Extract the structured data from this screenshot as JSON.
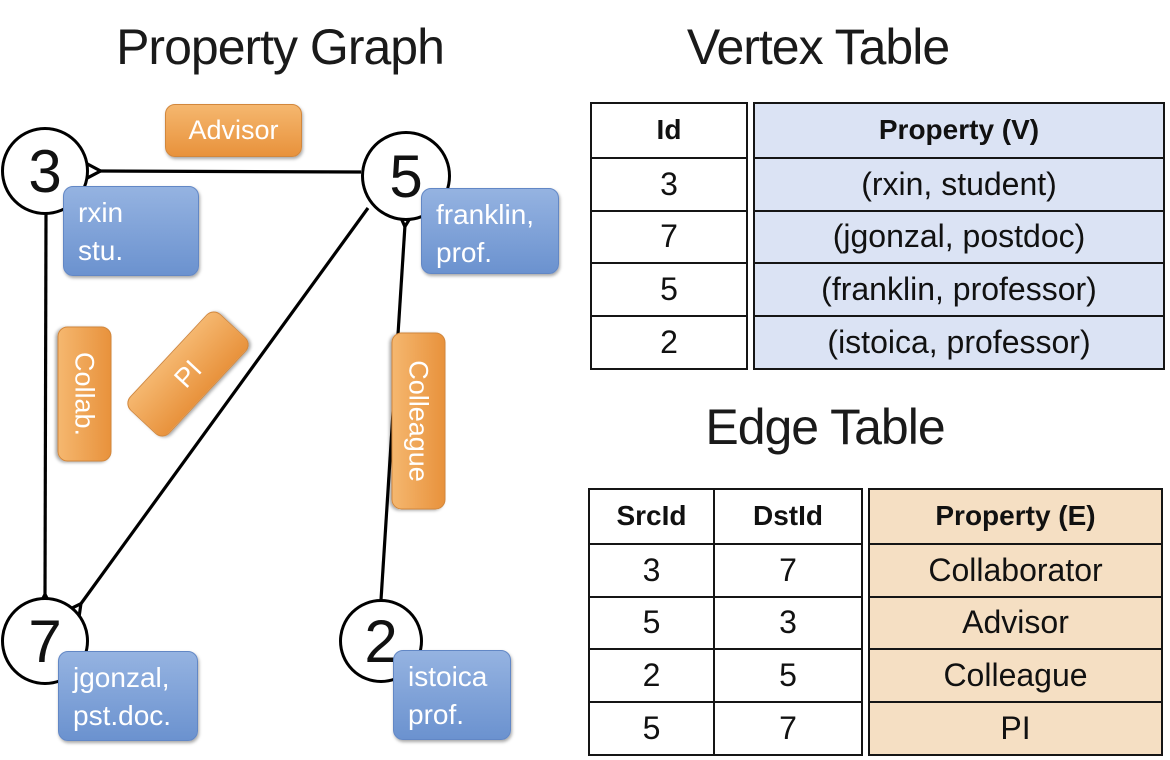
{
  "titles": {
    "graph": "Property Graph",
    "vertex_table": "Vertex Table",
    "edge_table": "Edge Table"
  },
  "graph": {
    "nodes": [
      {
        "id": "3",
        "property_line1": "rxin",
        "property_line2": "stu."
      },
      {
        "id": "5",
        "property_line1": "franklin,",
        "property_line2": "prof."
      },
      {
        "id": "7",
        "property_line1": "jgonzal,",
        "property_line2": "pst.doc."
      },
      {
        "id": "2",
        "property_line1": "istoica",
        "property_line2": "prof."
      }
    ],
    "edges": [
      {
        "src": "5",
        "dst": "3",
        "label": "Advisor"
      },
      {
        "src": "3",
        "dst": "7",
        "label": "Collab."
      },
      {
        "src": "5",
        "dst": "7",
        "label": "PI"
      },
      {
        "src": "2",
        "dst": "5",
        "label": "Colleague"
      }
    ]
  },
  "vertex_table": {
    "headers": {
      "id": "Id",
      "property": "Property (V)"
    },
    "rows": [
      {
        "id": "3",
        "property": "(rxin, student)"
      },
      {
        "id": "7",
        "property": "(jgonzal, postdoc)"
      },
      {
        "id": "5",
        "property": "(franklin, professor)"
      },
      {
        "id": "2",
        "property": "(istoica, professor)"
      }
    ]
  },
  "edge_table": {
    "headers": {
      "src": "SrcId",
      "dst": "DstId",
      "property": "Property (E)"
    },
    "rows": [
      {
        "src": "3",
        "dst": "7",
        "property": "Collaborator"
      },
      {
        "src": "5",
        "dst": "3",
        "property": "Advisor"
      },
      {
        "src": "2",
        "dst": "5",
        "property": "Colleague"
      },
      {
        "src": "5",
        "dst": "7",
        "property": "PI"
      }
    ]
  },
  "colors": {
    "edge_badge_top": "#f5b76f",
    "edge_badge_bottom": "#e8923c",
    "node_badge_top": "#95b3e1",
    "node_badge_bottom": "#6b92cf",
    "vertex_property_bg": "#dbe3f4",
    "edge_property_bg": "#f5dfc3",
    "line": "#000000",
    "badge_text": "#ffffff"
  }
}
